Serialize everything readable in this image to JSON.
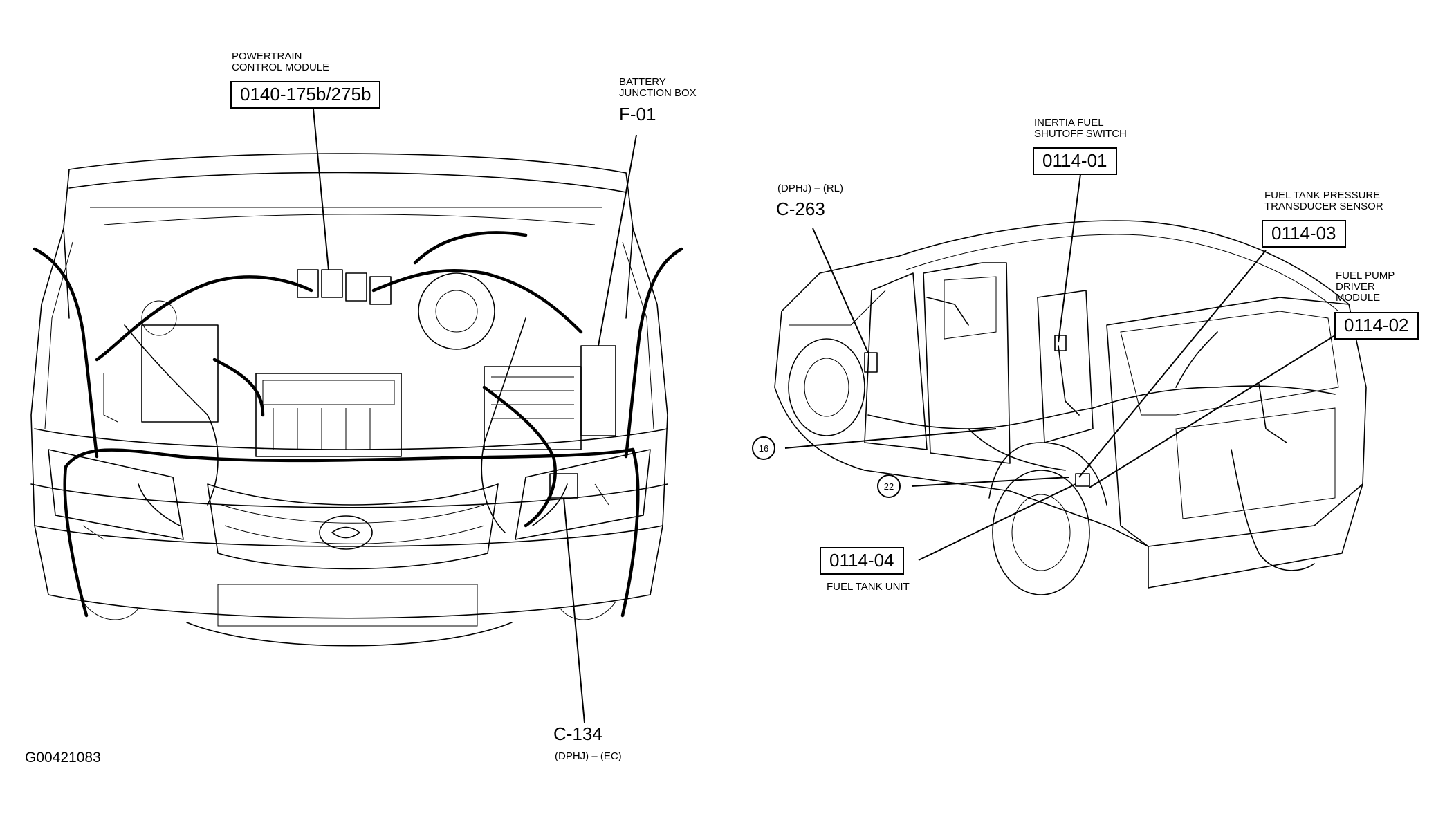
{
  "figure_id": "G00421083",
  "engine_view": {
    "pcm": {
      "title_line1": "POWERTRAIN",
      "title_line2": "CONTROL MODULE",
      "code": "0140-175b/275b"
    },
    "battery_junction_box": {
      "title_line1": "BATTERY",
      "title_line2": "JUNCTION BOX",
      "code": "F-01"
    },
    "connector_c134": {
      "code": "C-134",
      "sub": "(DPHJ) – (EC)"
    }
  },
  "body_view": {
    "connector_c263": {
      "sub": "(DPHJ) – (RL)",
      "code": "C-263"
    },
    "inertia_switch": {
      "title_line1": "INERTIA FUEL",
      "title_line2": "SHUTOFF SWITCH",
      "code": "0114-01"
    },
    "pressure_sensor": {
      "title_line1": "FUEL TANK PRESSURE",
      "title_line2": "TRANSDUCER SENSOR",
      "code": "0114-03"
    },
    "pump_driver": {
      "title_line1": "FUEL PUMP",
      "title_line2": "DRIVER",
      "title_line3": "MODULE",
      "code": "0114-02"
    },
    "fuel_tank_unit": {
      "code": "0114-04",
      "title": "FUEL TANK UNIT"
    },
    "ref_16": "16",
    "ref_22": "22"
  }
}
